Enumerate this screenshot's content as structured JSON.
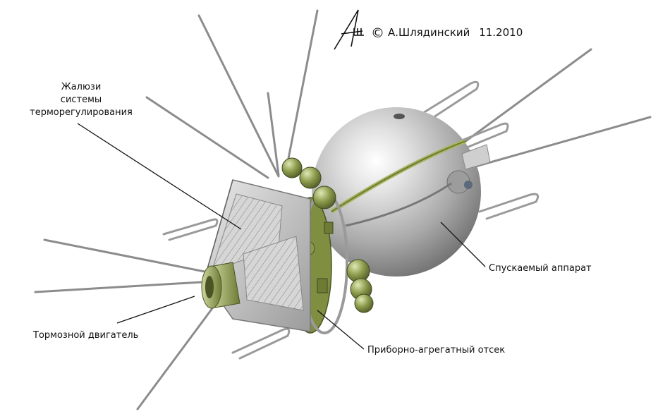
{
  "credit": {
    "copyright_symbol": "©",
    "author": "А.Шлядинский",
    "date": "11.2010"
  },
  "labels": {
    "louvers_line1": "Жалюзи",
    "louvers_line2": "системы",
    "louvers_line3": "терморегулирования",
    "descent_module": "Спускаемый аппарат",
    "instrument_module": "Приборно-агрегатный отсек",
    "retro_engine": "Тормозной двигатель"
  },
  "colors": {
    "hull_green": "#8a9a4a",
    "sphere_gray": "#b9b9b9",
    "antenna_gray": "#8c8c8c",
    "leader_line": "#111111"
  }
}
